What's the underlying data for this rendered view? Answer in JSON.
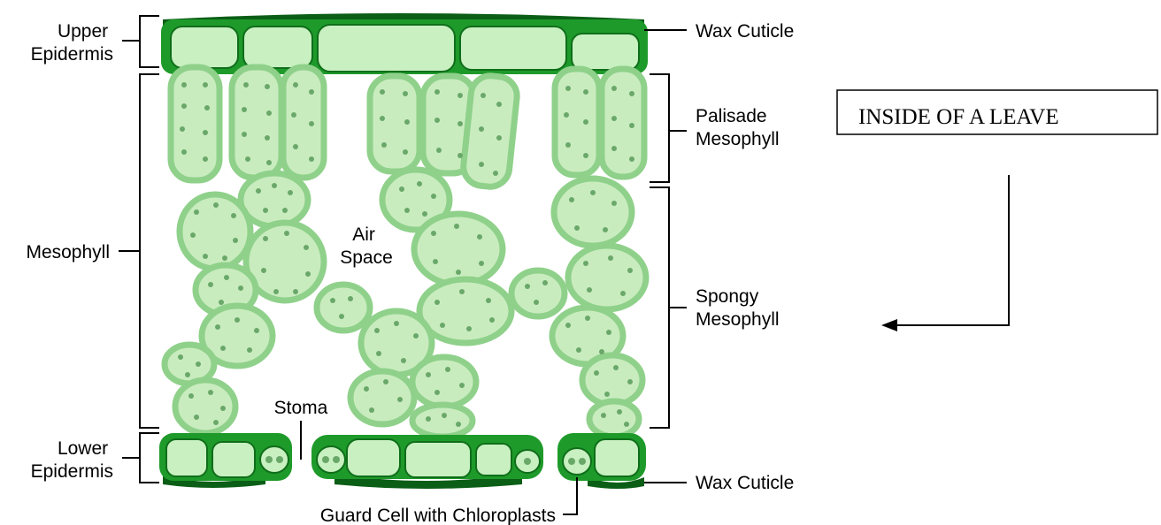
{
  "labels": {
    "upper_epidermis": [
      "Upper",
      "Epidermis"
    ],
    "wax_cuticle_top": "Wax Cuticle",
    "palisade": [
      "Palisade",
      "Mesophyll"
    ],
    "mesophyll": "Mesophyll",
    "air_space": [
      "Air",
      "Space"
    ],
    "spongy": [
      "Spongy",
      "Mesophyll"
    ],
    "stoma": "Stoma",
    "lower_epidermis": [
      "Lower",
      "Epidermis"
    ],
    "wax_cuticle_bottom": "Wax Cuticle",
    "guard_cell": "Guard Cell with Chloroplasts"
  },
  "annotation_box": {
    "text": "INSIDE OF A LEAVE"
  },
  "colors": {
    "cell_fill": "#c8f0c0",
    "cell_border": "#1e9a2a",
    "cuticle": "#0b5e16",
    "mesophyll_fill": "#c9ecbf",
    "mesophyll_border": "#8fd18a",
    "chloroplast": "#6aa86a"
  }
}
